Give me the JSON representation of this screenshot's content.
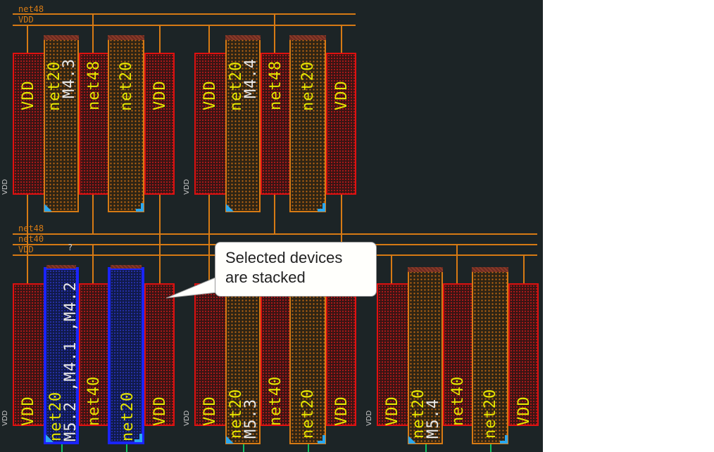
{
  "top_buses": [
    {
      "label": "net48"
    },
    {
      "label": "VDD"
    }
  ],
  "bottom_buses": [
    {
      "label": "net48"
    },
    {
      "label": "net40"
    },
    {
      "label": "VDD"
    }
  ],
  "side_label": "VDD",
  "groups": [
    {
      "id": "top-left",
      "diffs": [
        "VDD",
        "net48",
        "VDD"
      ],
      "gates": [
        "net20",
        "net20"
      ],
      "instance": "M4.3",
      "selected": false
    },
    {
      "id": "top-mid",
      "diffs": [
        "VDD",
        "net48",
        "VDD"
      ],
      "gates": [
        "net20",
        "net20"
      ],
      "instance": "M4.4",
      "selected": false
    },
    {
      "id": "bottom-left",
      "diffs": [
        "VDD",
        "net40",
        "VDD"
      ],
      "gates": [
        "net20",
        "net20"
      ],
      "instance": "M5.2 ,M4.1 ,M4.2",
      "selected": true
    },
    {
      "id": "bottom-mid",
      "diffs": [
        "VDD",
        "net40",
        "VDD"
      ],
      "gates": [
        "net20",
        "net20"
      ],
      "instance": "M5.3",
      "selected": false
    },
    {
      "id": "bottom-right",
      "diffs": [
        "VDD",
        "net40",
        "VDD"
      ],
      "gates": [
        "net20",
        "net20"
      ],
      "instance": "M5.4",
      "selected": false
    }
  ],
  "callout": {
    "line1": "Selected devices",
    "line2": "are stacked"
  },
  "cursor_mark": "?",
  "colors": {
    "background": "#1c2426",
    "diffusion": "#e01010",
    "poly": "#d67a14",
    "selection": "#1a24ff",
    "label": "#e6e600",
    "pin": "#2aa8f0"
  }
}
